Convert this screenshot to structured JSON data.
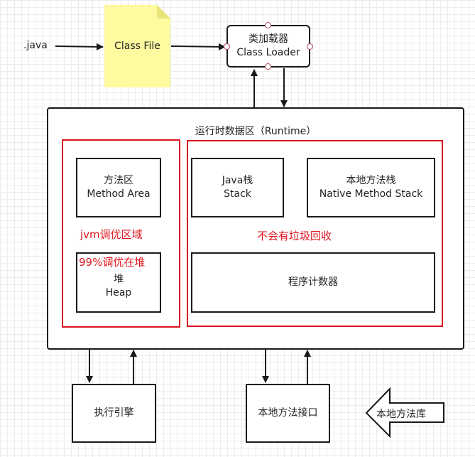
{
  "java_label": ".java",
  "class_file": "Class File",
  "class_loader": {
    "line1": "类加载器",
    "line2": "Class Loader"
  },
  "runtime_title": "运行时数据区（Runtime）",
  "method_area": {
    "line1": "方法区",
    "line2": "Method Area"
  },
  "java_stack": {
    "line1": "Java栈",
    "line2": "Stack"
  },
  "native_stack": {
    "line1": "本地方法栈",
    "line2": "Native Method Stack"
  },
  "jvm_tuning": "jvm调优区域",
  "no_gc": "不会有垃圾回收",
  "heap_tuning": "99%调优在堆",
  "heap": {
    "line1": "堆",
    "line2": "Heap"
  },
  "pc_register": "程序计数器",
  "exec_engine": "执行引擎",
  "native_interface": "本地方法接口",
  "native_library": "本地方法库",
  "colors": {
    "red": "#d9141f",
    "note_yellow": "#fdfa9f",
    "stroke": "#1a1a1a"
  }
}
